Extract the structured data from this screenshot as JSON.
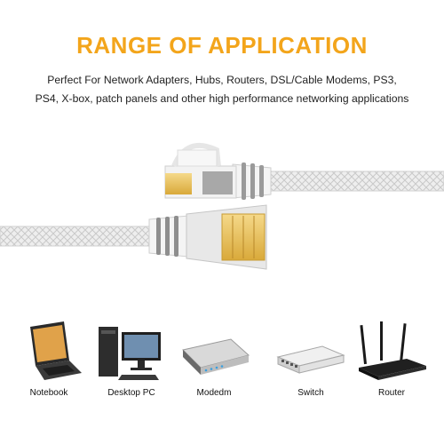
{
  "header": {
    "title": "RANGE OF APPLICATION",
    "description_line1": "Perfect For Network Adapters, Hubs, Routers, DSL/Cable Modems, PS3,",
    "description_line2": "PS4, X-box, patch panels and other high performance networking applications"
  },
  "devices": [
    {
      "label": "Notebook",
      "icon": "laptop-icon"
    },
    {
      "label": "Desktop PC",
      "icon": "desktop-pc-icon"
    },
    {
      "label": "Modedm",
      "icon": "modem-icon"
    },
    {
      "label": "Switch",
      "icon": "switch-icon"
    },
    {
      "label": "Router",
      "icon": "router-icon"
    }
  ],
  "colors": {
    "title": "#f3a51b",
    "connector_gold": "#e8c25a",
    "cable": "#eeeeee",
    "boot_gray": "#9a9a9a"
  }
}
